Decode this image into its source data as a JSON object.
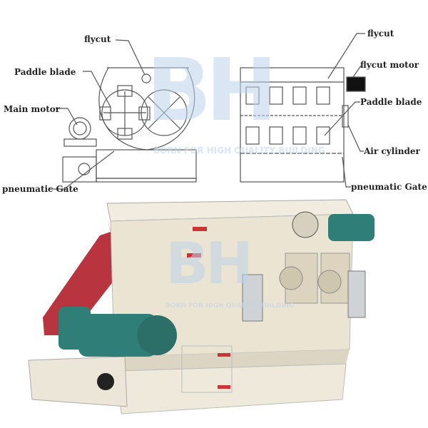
{
  "diagram": {
    "side_view_labels": {
      "flycut": "flycut",
      "paddle_blade": "Paddle blade",
      "main_motor": "Main motor",
      "pneumatic_gate": "pneumatic Gate"
    },
    "front_view_labels": {
      "flycut": "flycut",
      "flycut_motor": "flycut motor",
      "paddle_blade": "Paddle blade",
      "air_cylinder": "Air cylinder",
      "pneumatic_gate": "pneumatic Gate"
    }
  },
  "watermark": {
    "logo": "BH",
    "slogan": "BORN FOR HIGH QUALITY BUILDING"
  },
  "colors": {
    "body": "#ebe4d3",
    "motor": "#2f7f78",
    "frame_red": "#b8343f",
    "line": "#555555"
  }
}
